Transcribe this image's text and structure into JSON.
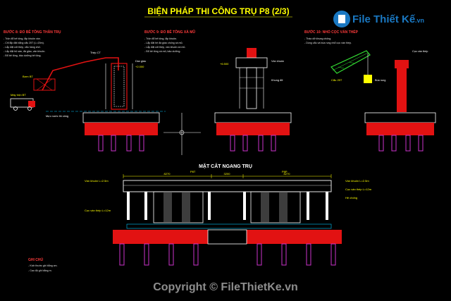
{
  "title": "BIỆN PHÁP THI CÔNG TRỤ P8 (2/3)",
  "watermark": {
    "logo": "File Thiết Kế",
    "logo_domain": ".vn",
    "copyright": "Copyright © FileThietKe.vn"
  },
  "panel_left": {
    "heading": "BƯỚC 8: ĐỔ BÊ TÔNG THÂN TRỤ",
    "notes": [
      "- Trộn đổ bê tông, lắp khuôn ván.",
      "- Chỉ lắp đặt bằng cẩu 25T (L=20m).",
      "- Lắp đặt cốt thép, cẩu hàng chờ.",
      "- Lắp đặt hệ sàn, đà giáo, ván khuôn.",
      "- Đổ bê tông, bảo dưỡng bê tông."
    ],
    "labels": {
      "pump": "Bơm BT",
      "truck": "Máy trộn BT",
      "rebar": "Thép CT",
      "scaffold": "Dàn giáo",
      "water_level": "Mực nước thi công",
      "elev": "+2.000"
    }
  },
  "panel_mid": {
    "heading": "BƯỚC 9: ĐỔ BÊ TÔNG XÀ MŨ",
    "notes": [
      "- Trộn đổ bê tông, lắp khuôn.",
      "- Lắp đặt hệ đà giáo chống xà mũ.",
      "- Lắp đặt cốt thép, ván khuôn xà mũ.",
      "- Đổ bê tông xà mũ, bảo dưỡng."
    ],
    "labels": {
      "formwork": "Ván khuôn",
      "frame": "Khung đỡ",
      "elev": "+6.500"
    }
  },
  "panel_right": {
    "heading": "BƯỚC 10: NHỔ CỌC VÁN THÉP",
    "notes": [
      "- Tháo dỡ khung chống.",
      "- Dùng cẩu và búa rung nhổ cọc ván thép."
    ],
    "labels": {
      "crane": "Cẩu 25T",
      "vibro": "Búa rung",
      "pile": "Cọc ván thép"
    }
  },
  "section": {
    "heading": "MẶT CẮT NGANG TRỤ",
    "left_span": "P8T",
    "right_span": "P8P",
    "dimensions": [
      "8270",
      "3200",
      "8270"
    ],
    "left_labels": [
      "Ván khuôn L=2.5m",
      "Cọc ván thép L=12m"
    ],
    "right_labels": [
      "Ván khuôn L=2.5m",
      "Cọc ván thép L=12m",
      "Hệ chống"
    ]
  },
  "notes_footer": {
    "heading": "GHI CHÚ",
    "items": [
      "- Kích thước ghi bằng cm.",
      "- Cao độ ghi bằng m."
    ]
  },
  "colors": {
    "background": "#000000",
    "title": "#ffff00",
    "concrete": "#e21212",
    "steel": "#ffffff",
    "pile": "#cc33cc",
    "crane": "#33dd33",
    "dims": "#ffff00",
    "formwork": "#00c8ff"
  }
}
